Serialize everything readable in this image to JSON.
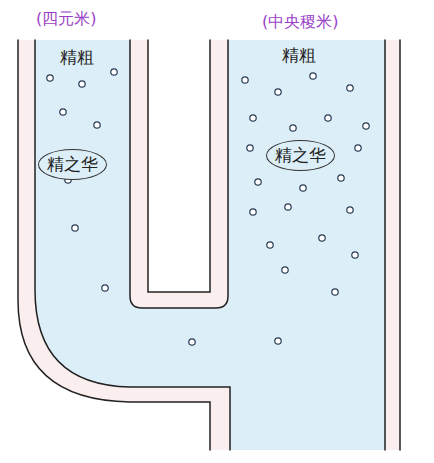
{
  "diagram": {
    "nodes": [
      {
        "text": [
          "精之华"
        ]
      },
      {
        "text": [
          "精之华"
        ]
      }
    ],
    "labels": [
      "(四元米)",
      "(中央稷米)",
      "精粗",
      "精粗"
    ]
  }
}
